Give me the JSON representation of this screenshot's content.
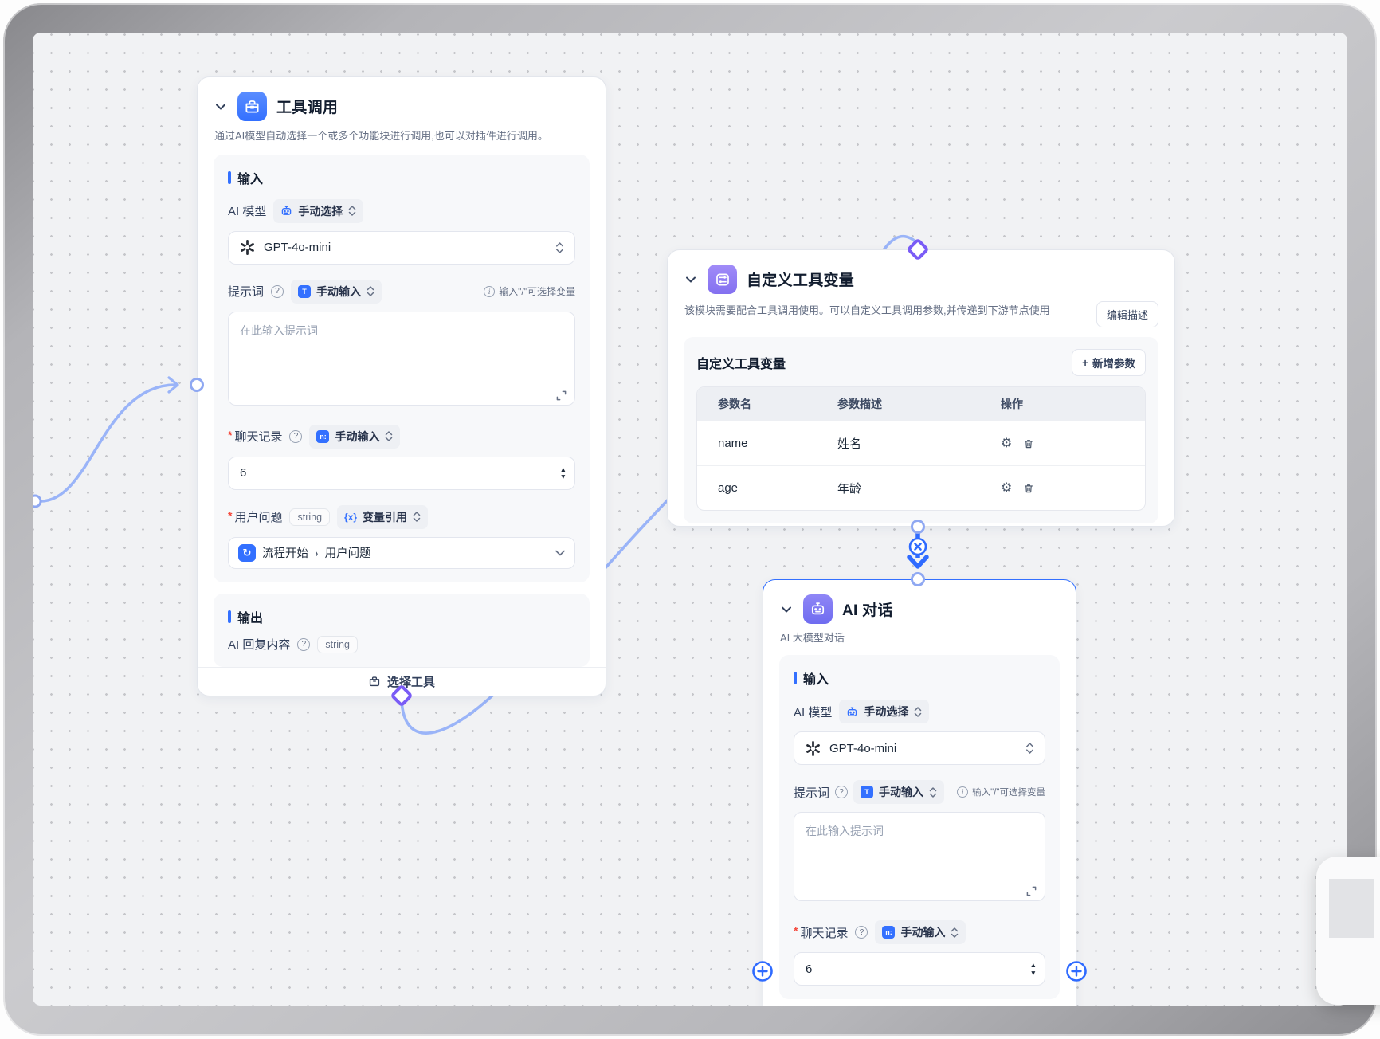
{
  "icons": {
    "stepper_up": "▲",
    "stepper_down": "▼",
    "gear": "⚙",
    "question": "?",
    "info": "i",
    "flow_start": "↻",
    "plus": "+",
    "required": "*",
    "crumb_chevron": "›",
    "text_input": "T",
    "number_input": "n:",
    "variable_ref": "{x}"
  },
  "nodes": {
    "tool_call": {
      "title": "工具调用",
      "description": "通过AI模型自动选择一个或多个功能块进行调用,也可以对插件进行调用。",
      "input": {
        "section_title": "输入",
        "model_label": "AI 模型",
        "model_mode": "手动选择",
        "model_value": "GPT-4o-mini",
        "prompt_label": "提示词",
        "prompt_mode": "手动输入",
        "prompt_hint": "输入\"/\"可选择变量",
        "prompt_placeholder": "在此输入提示词",
        "history_label": "聊天记录",
        "history_mode": "手动输入",
        "history_value": "6",
        "question_label": "用户问题",
        "question_type": "string",
        "question_mode": "变量引用",
        "question_source": "流程开始",
        "question_field": "用户问题"
      },
      "output": {
        "section_title": "输出",
        "reply_label": "AI 回复内容",
        "reply_type": "string"
      },
      "footer_button": "选择工具"
    },
    "custom_vars": {
      "title": "自定义工具变量",
      "description": "该模块需要配合工具调用使用。可以自定义工具调用参数,并传递到下游节点使用",
      "edit_desc_button": "编辑描述",
      "panel_title": "自定义工具变量",
      "add_param_button": "新增参数",
      "table": {
        "headers": [
          "参数名",
          "参数描述",
          "操作"
        ],
        "rows": [
          {
            "name": "name",
            "desc": "姓名"
          },
          {
            "name": "age",
            "desc": "年龄"
          }
        ]
      }
    },
    "ai_chat": {
      "title": "AI 对话",
      "subtitle": "AI 大模型对话",
      "input": {
        "section_title": "输入",
        "model_label": "AI 模型",
        "model_mode": "手动选择",
        "model_value": "GPT-4o-mini",
        "prompt_label": "提示词",
        "prompt_mode": "手动输入",
        "prompt_hint": "输入\"/\"可选择变量",
        "prompt_placeholder": "在此输入提示词",
        "history_label": "聊天记录",
        "history_mode": "手动输入",
        "history_value": "6"
      }
    }
  }
}
